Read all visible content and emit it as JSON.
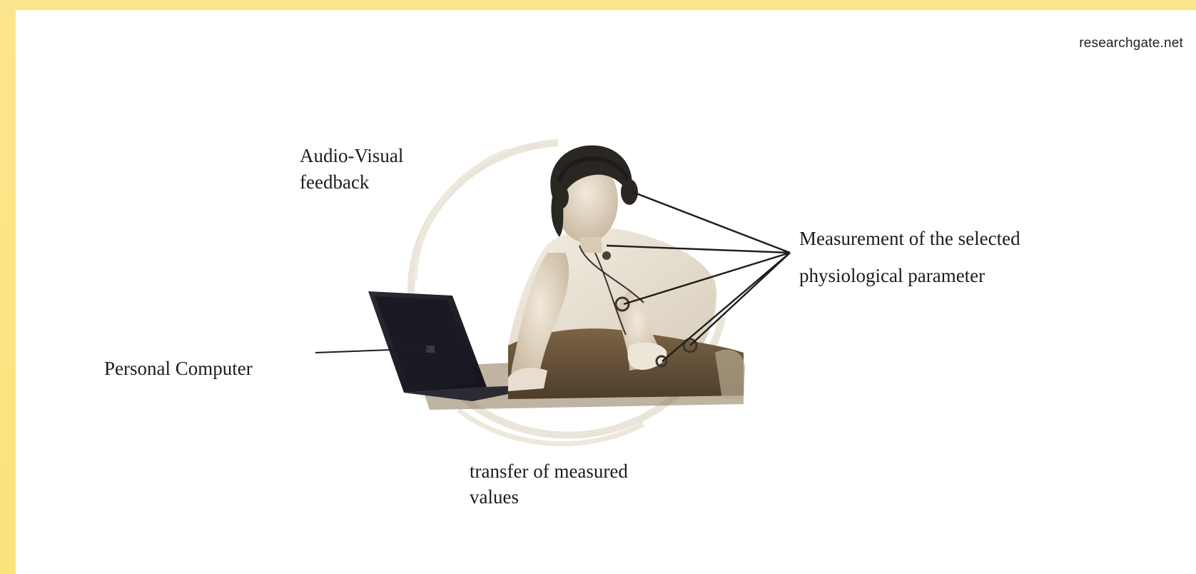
{
  "source_watermark": "researchgate.net",
  "labels": {
    "audio_visual_feedback": "Audio-Visual\nfeedback",
    "measurement": "Measurement of the selected\nphysiological parameter",
    "personal_computer": "Personal Computer",
    "transfer": "transfer of measured\nvalues"
  },
  "illustration": {
    "subject": "person at laptop with sensors and headphones",
    "cycle_arrow": "circular feedback loop"
  },
  "colors": {
    "page_border": "#fbe27d",
    "figure_background": "#ffffff",
    "text": "#1c1c1c",
    "photo_tone": "#6b5a40"
  }
}
